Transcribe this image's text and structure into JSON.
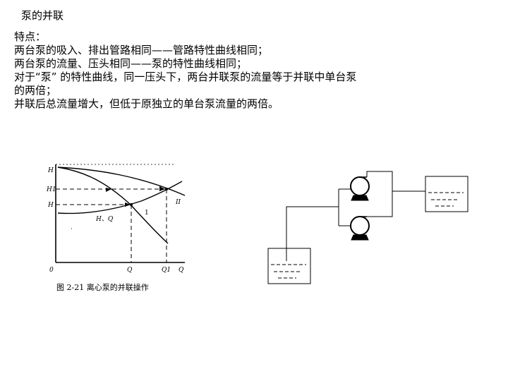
{
  "slide": {
    "title": "泵的并联",
    "lines": [
      "特点：",
      "两台泵的吸入、排出管路相同——管路特性曲线相同；",
      "两台泵的流量、压头相同——泵的特性曲线相同；",
      "对于“泵” 的特性曲线，同一压头下，两台并联泵的流量等于并联中单台泵",
      "的两倍；",
      "并联后总流量增大，但低于原独立的单台泵流量的两倍。"
    ]
  },
  "figure": {
    "caption": "图 2-21   离心泵的并联操作",
    "y_axis": {
      "H": "H",
      "H1": "H1",
      "H_lower": "H"
    },
    "x_axis": {
      "origin": "0",
      "Q": "Q",
      "Q1": "Q1",
      "Q_end": "Q"
    },
    "curve_labels": {
      "pipe": "H、Q",
      "point": "1",
      "system": "II"
    }
  },
  "colors": {
    "line": "#000000",
    "background": "#ffffff"
  }
}
